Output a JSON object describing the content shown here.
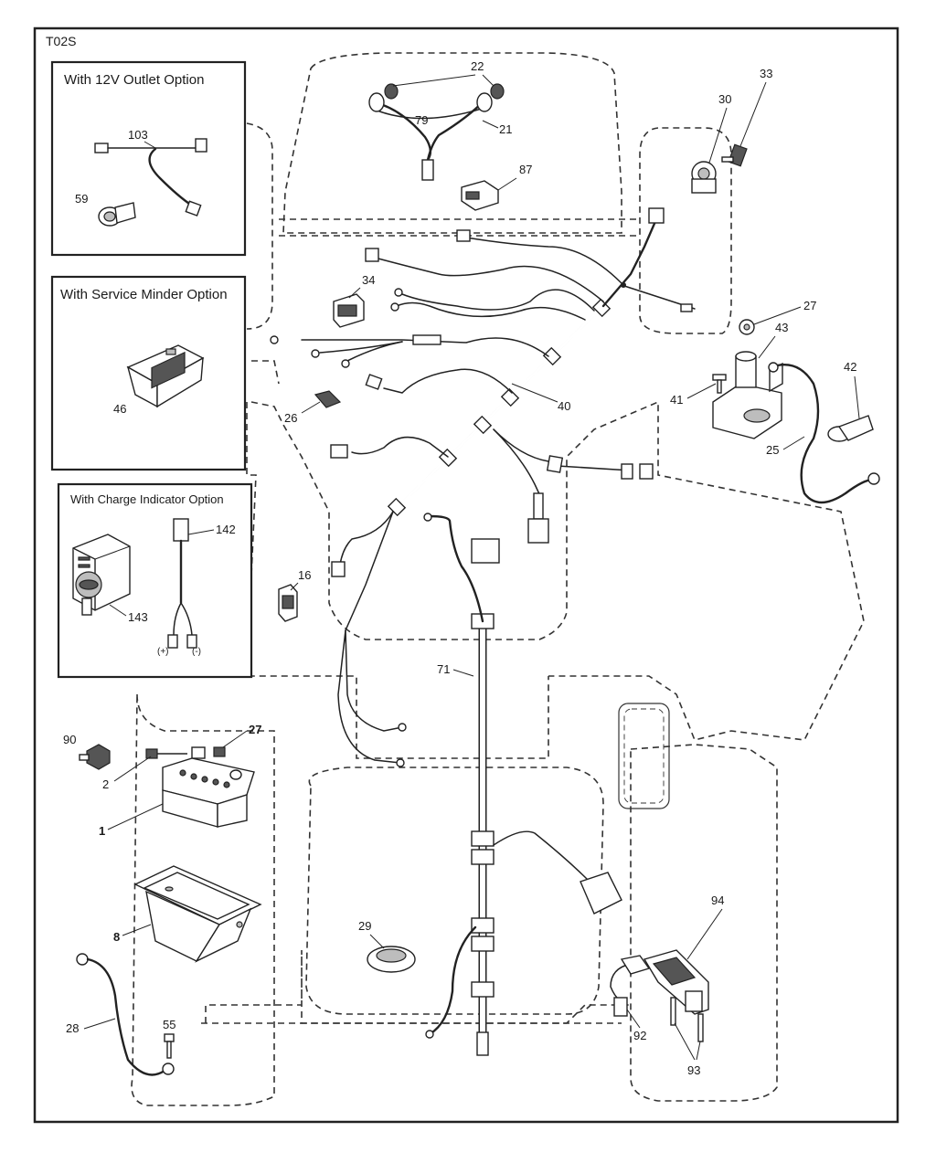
{
  "diagram_code": "T02S",
  "option_boxes": {
    "outlet_12v": {
      "title": "With 12V Outlet Option",
      "callouts": [
        "103",
        "59"
      ]
    },
    "service_minder": {
      "title": "With Service Minder Option",
      "callouts": [
        "46"
      ]
    },
    "charge_indicator": {
      "title": "With Charge Indicator Option",
      "callouts": [
        "142",
        "143"
      ],
      "polarity_plus": "(+)",
      "polarity_minus": "(-)"
    }
  },
  "callouts": {
    "c22": "22",
    "c79": "79",
    "c21": "21",
    "c87": "87",
    "c33": "33",
    "c30": "30",
    "c34": "34",
    "c27a": "27",
    "c43": "43",
    "c42": "42",
    "c41": "41",
    "c40": "40",
    "c26": "26",
    "c25": "25",
    "c16": "16",
    "c71": "71",
    "c90": "90",
    "c2": "2",
    "c27b": "27",
    "c1": "1",
    "c8": "8",
    "c29": "29",
    "c94": "94",
    "c28": "28",
    "c55": "55",
    "c92": "92",
    "c93": "93"
  }
}
